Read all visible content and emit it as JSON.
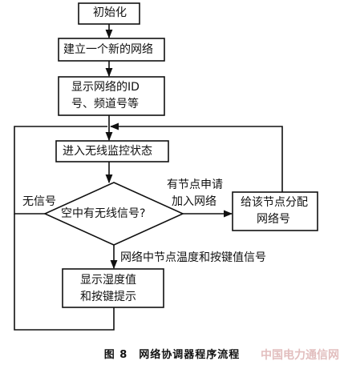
{
  "diagram": {
    "nodes": {
      "init": "初始化",
      "build": "建立一个新的网络",
      "show_id_line1": "显示网络的ID",
      "show_id_line2": "号、频道号等",
      "monitor": "进入无线监控状态",
      "decision": "空中有无线信号?",
      "assign_line1": "给该节点分配",
      "assign_line2": "网络号",
      "display_line1": "显示湿度值",
      "display_line2": "和按键提示"
    },
    "edge_labels": {
      "no_signal": "无信号",
      "join_line1": "有节点申请",
      "join_line2": "加入网络",
      "temp_signal": "网络中节点温度和按键值信号"
    }
  },
  "caption": "图 8　网络协调器程序流程",
  "watermark": "中国电力通信网"
}
